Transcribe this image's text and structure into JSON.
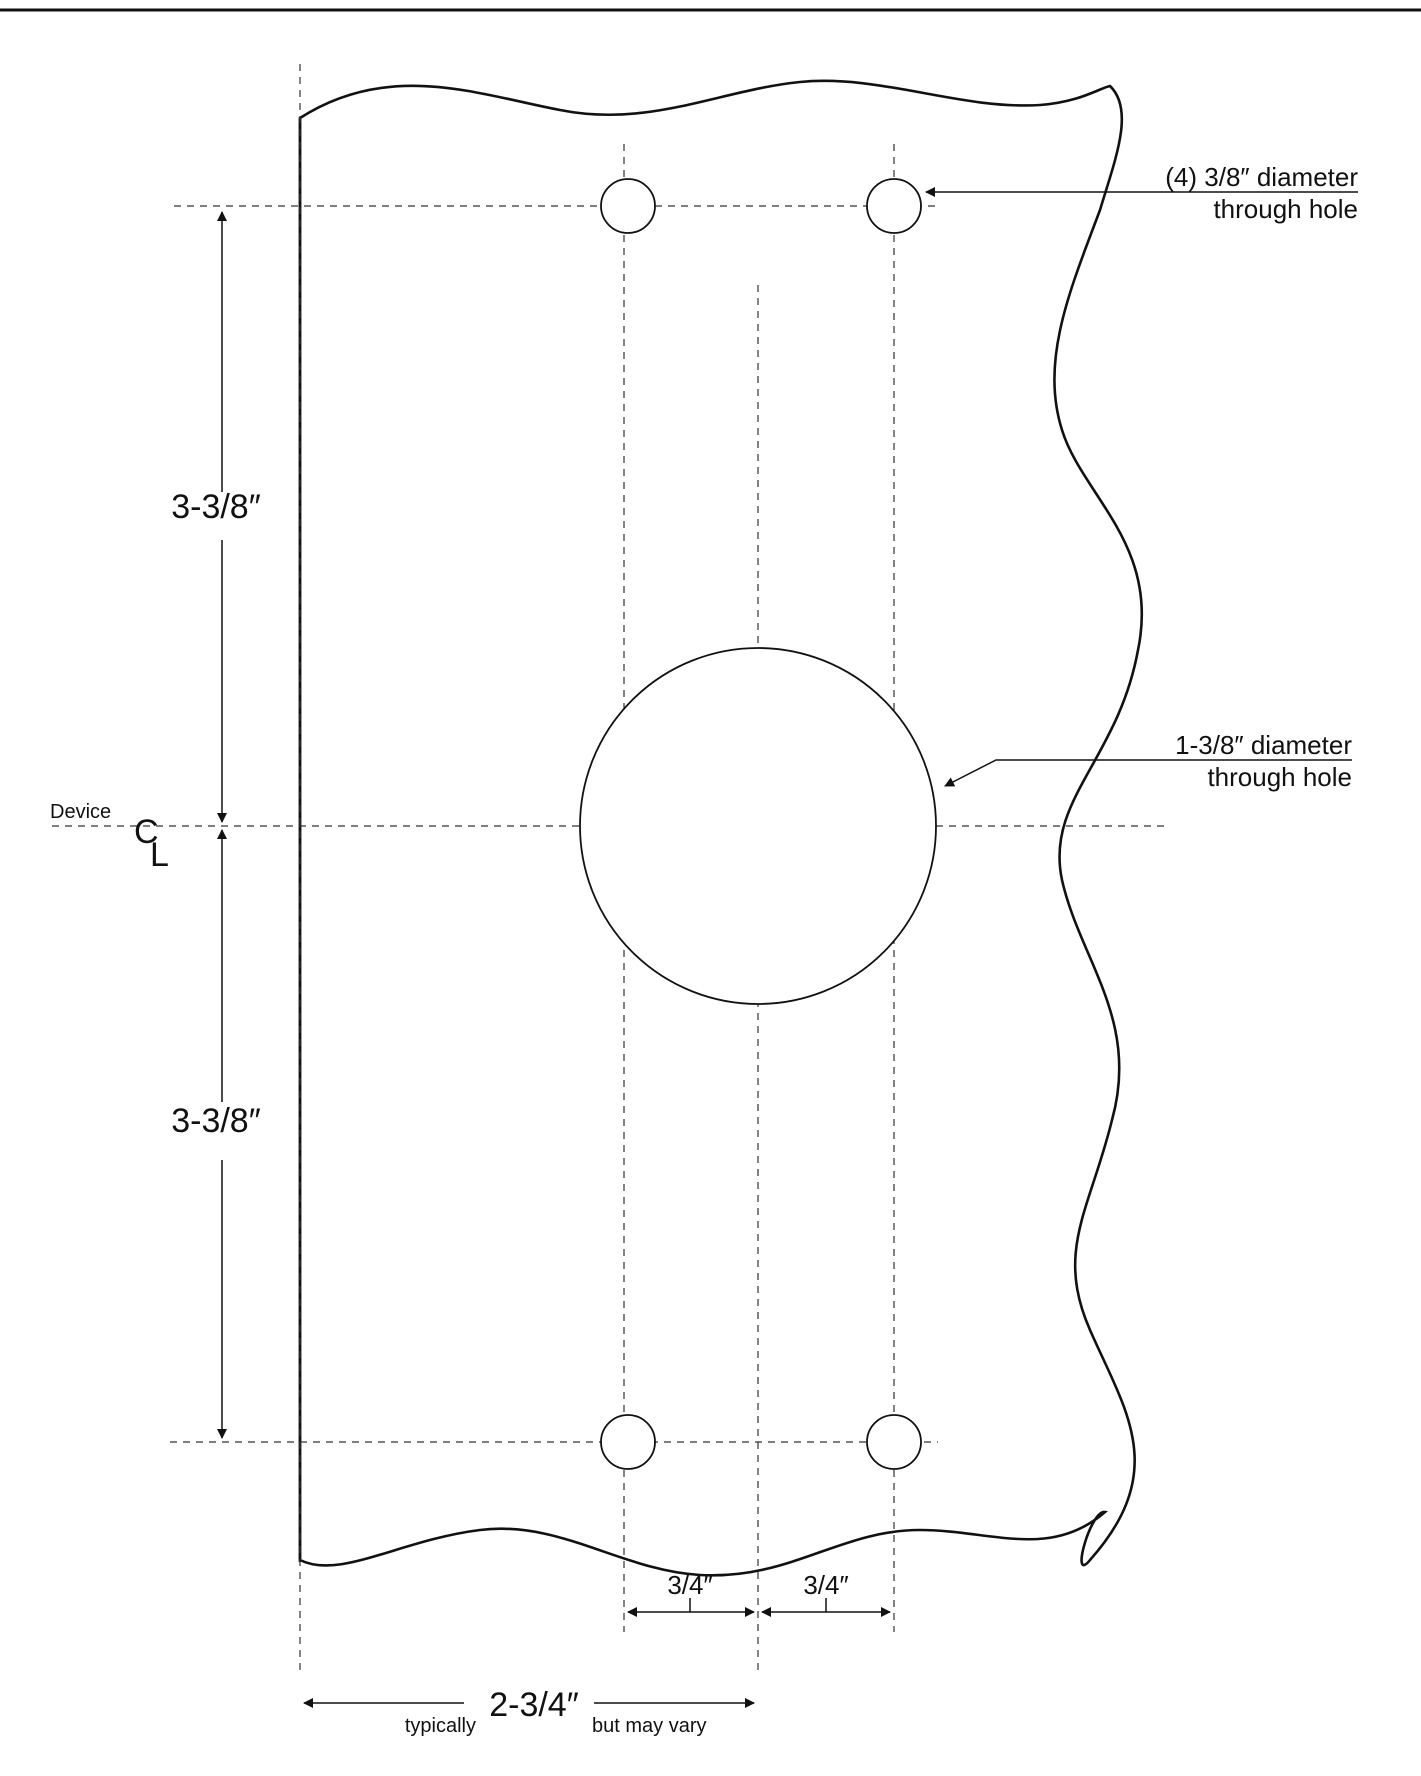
{
  "labels": {
    "top_holes_line1": "(4) 3/8″ diameter",
    "top_holes_line2": "through hole",
    "center_hole_line1": "1-3/8″ diameter",
    "center_hole_line2": "through hole",
    "upper_vertical_dim": "3-3/8″",
    "lower_vertical_dim": "3-3/8″",
    "device": "Device",
    "centerline_c": "C",
    "centerline_l": "L",
    "left_hole_spacing": "3/4″",
    "right_hole_spacing": "3/4″",
    "backset_prefix": "typically",
    "backset_value": "2-3/4″",
    "backset_suffix": "but may vary"
  },
  "colors": {
    "line": "#111111",
    "background": "#ffffff"
  }
}
